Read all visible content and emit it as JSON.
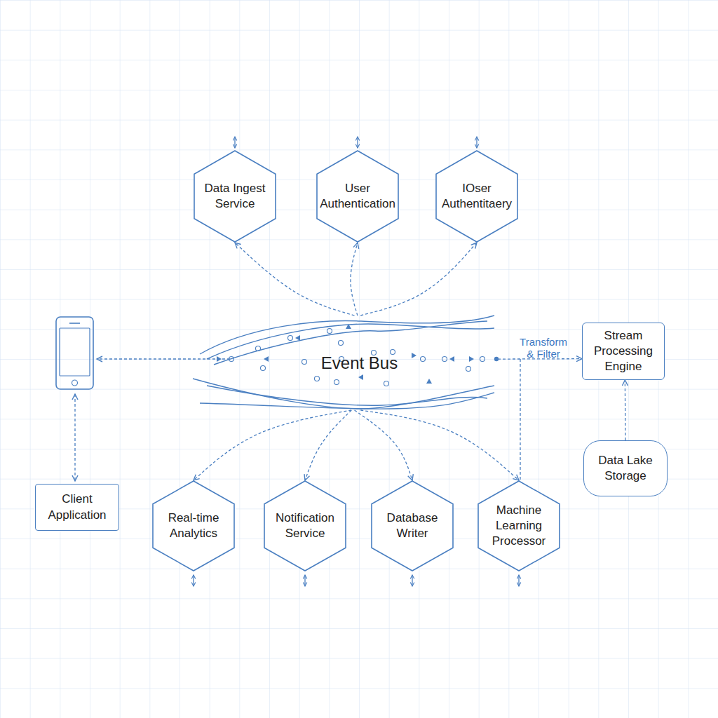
{
  "diagram": {
    "nodes": [
      {
        "text": [
          "Data Ingest Service"
        ]
      },
      {
        "text": [
          "User Authentication"
        ]
      },
      {
        "text": [
          "IOser Authentitaery"
        ]
      },
      {
        "text": [
          "Event Bus"
        ]
      },
      {
        "text": [
          "Stream Processing Engine"
        ]
      },
      {
        "text": [
          "Data Lake Storage"
        ]
      },
      {
        "text": [
          "Client Application"
        ]
      },
      {
        "text": [
          "Real-time Analytics"
        ]
      },
      {
        "text": [
          "Notification Service"
        ]
      },
      {
        "text": [
          "Database Writer"
        ]
      },
      {
        "text": [
          "Machine Learning Processor"
        ]
      }
    ],
    "edges": [
      {
        "from": 3,
        "to": 0,
        "arrow": "to"
      },
      {
        "from": 3,
        "to": 1,
        "arrow": "to"
      },
      {
        "from": 3,
        "to": 2,
        "arrow": "to"
      },
      {
        "from": 3,
        "to": 4,
        "label": "Transform & Filter",
        "arrow": "to"
      },
      {
        "from": 5,
        "to": 4,
        "arrow": "to"
      },
      {
        "from": 3,
        "to": 7,
        "arrow": "to"
      },
      {
        "from": 3,
        "to": 8,
        "arrow": "to"
      },
      {
        "from": 3,
        "to": 9,
        "arrow": "to"
      },
      {
        "from": 3,
        "to": 10,
        "arrow": "to"
      }
    ]
  }
}
